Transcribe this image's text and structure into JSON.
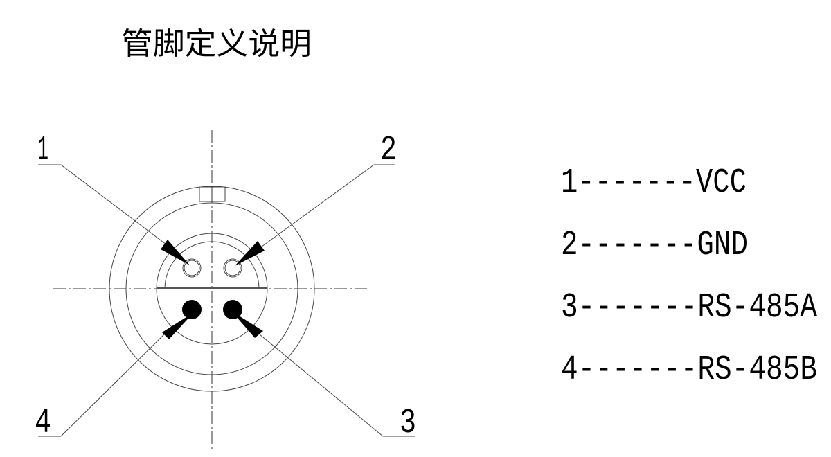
{
  "title": "管脚定义说明",
  "connector": {
    "callouts": [
      "1",
      "2",
      "3",
      "4"
    ]
  },
  "pin_definitions": [
    {
      "pin": "1",
      "text": "1-------VCC"
    },
    {
      "pin": "2",
      "text": "2-------GND"
    },
    {
      "pin": "3",
      "text": "3-------RS-485A"
    },
    {
      "pin": "4",
      "text": "4-------RS-485B"
    }
  ]
}
